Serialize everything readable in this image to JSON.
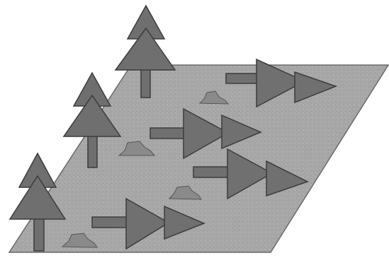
{
  "diagram": {
    "kind": "illustration",
    "visible_text": [],
    "elements": {
      "ground": {
        "shape": "parallelogram",
        "fill": "#a9a9a9"
      },
      "trees": {
        "count": 3,
        "fill": "#6f6f6f",
        "trunk_fill": "#6f6f6f"
      },
      "stumps": {
        "count": 4,
        "fill": "#8a8a8a"
      },
      "fallen_trees": {
        "count": 4,
        "fill": "#707070",
        "direction": "right"
      }
    }
  }
}
